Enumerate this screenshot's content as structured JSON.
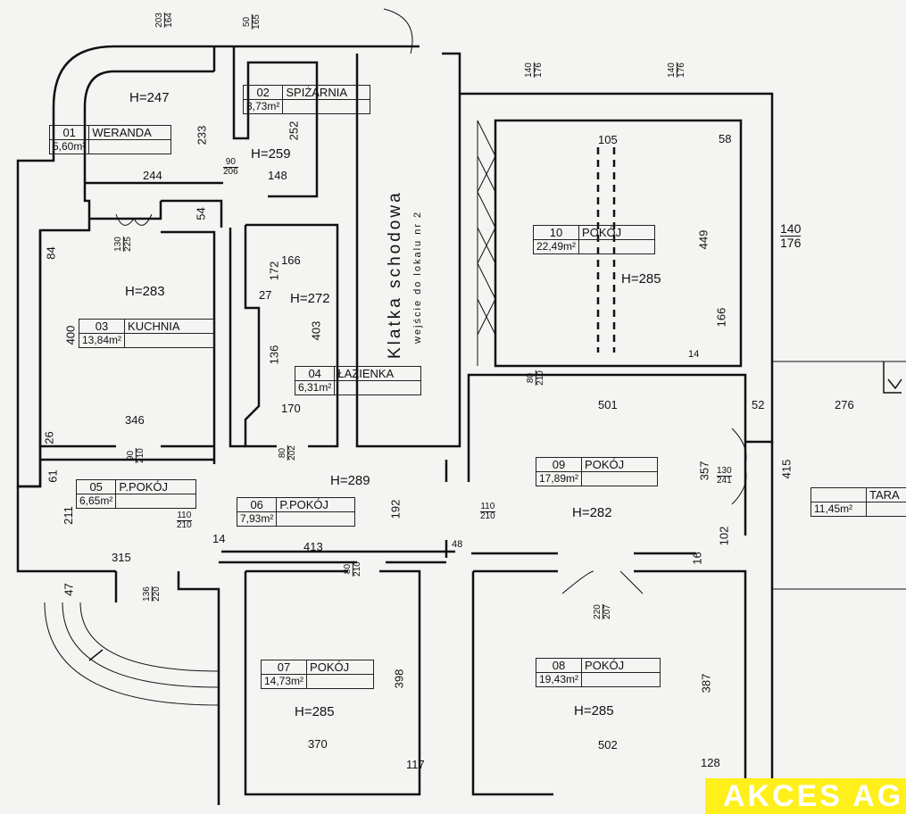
{
  "rooms": [
    {
      "num": "01",
      "name": "WERANDA",
      "area": "5,60m²",
      "height": "H=247"
    },
    {
      "num": "02",
      "name": "SPIŻARNIA",
      "area": "3,73m²",
      "height": "H=259"
    },
    {
      "num": "03",
      "name": "KUCHNIA",
      "area": "13,84m²",
      "height": "H=283"
    },
    {
      "num": "04",
      "name": "ŁAZIENKA",
      "area": "6,31m²",
      "height": "H=272"
    },
    {
      "num": "05",
      "name": "P.POKÓJ",
      "area": "6,65m²",
      "height": ""
    },
    {
      "num": "06",
      "name": "P.POKÓJ",
      "area": "7,93m²",
      "height": "H=289"
    },
    {
      "num": "07",
      "name": "POKÓJ",
      "area": "14,73m²",
      "height": "H=285"
    },
    {
      "num": "08",
      "name": "POKÓJ",
      "area": "19,43m²",
      "height": "H=285"
    },
    {
      "num": "09",
      "name": "POKÓJ",
      "area": "17,89m²",
      "height": "H=282"
    },
    {
      "num": "10",
      "name": "POKÓJ",
      "area": "22,49m²",
      "height": "H=285"
    },
    {
      "num": "",
      "name": "TARA",
      "area": "11,45m²",
      "height": ""
    }
  ],
  "staircase": {
    "title": "Klatka schodowa",
    "subtitle": "wejście do lokalu nr 2"
  },
  "dims": {
    "d233": "233",
    "d252": "252",
    "d244": "244",
    "d148": "148",
    "d54": "54",
    "d84": "84",
    "d400": "400",
    "d346": "346",
    "d26": "26",
    "d166a": "166",
    "d172": "172",
    "d27": "27",
    "d136": "136",
    "d403": "403",
    "d170": "170",
    "d61": "61",
    "d211": "211",
    "d14a": "14",
    "d315": "315",
    "d413": "413",
    "d47": "47",
    "d192": "192",
    "d48": "48",
    "d398": "398",
    "d370": "370",
    "d117": "117",
    "d501": "501",
    "d52": "52",
    "d276": "276",
    "d357": "357",
    "d415": "415",
    "d102": "102",
    "d16": "16",
    "d387": "387",
    "d502": "502",
    "d128": "128",
    "d105": "105",
    "d58": "58",
    "d449": "449",
    "d166b": "166",
    "d14b": "14"
  },
  "openings": [
    {
      "top": "203",
      "bottom": "164"
    },
    {
      "top": "50",
      "bottom": "165"
    },
    {
      "top": "140",
      "bottom": "176"
    },
    {
      "top": "140",
      "bottom": "176"
    },
    {
      "top": "140",
      "bottom": "176"
    },
    {
      "top": "90",
      "bottom": "206"
    },
    {
      "top": "130",
      "bottom": "225"
    },
    {
      "top": "90",
      "bottom": "210"
    },
    {
      "top": "80",
      "bottom": "202"
    },
    {
      "top": "110",
      "bottom": "210"
    },
    {
      "top": "136",
      "bottom": "220"
    },
    {
      "top": "80",
      "bottom": "210"
    },
    {
      "top": "110",
      "bottom": "210"
    },
    {
      "top": "130",
      "bottom": "241"
    },
    {
      "top": "220",
      "bottom": "207"
    },
    {
      "top": "80",
      "bottom": "210"
    }
  ],
  "watermark": "AKCES AG"
}
